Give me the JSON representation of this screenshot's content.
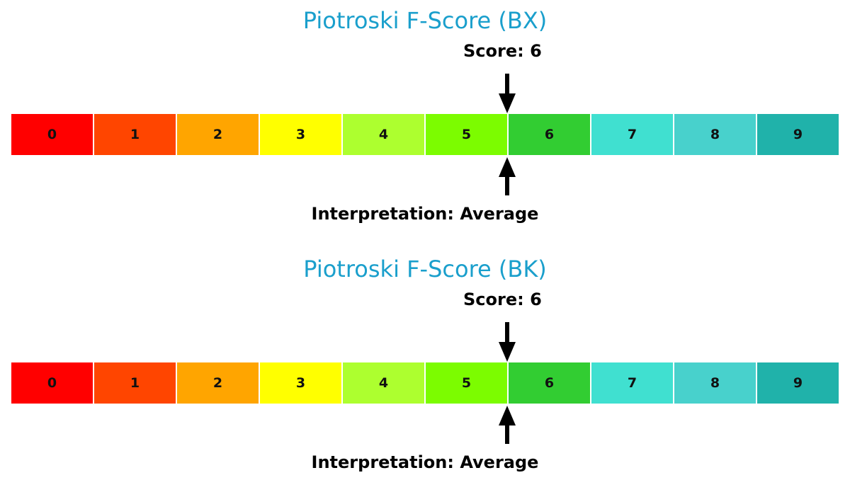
{
  "chart_data": [
    {
      "type": "gauge",
      "title": "Piotroski F-Score (BX)",
      "ticker": "BX",
      "score_label": "Score: 6",
      "score": 6,
      "interpretation_label": "Interpretation: Average",
      "interpretation": "Average",
      "categories": [
        "0",
        "1",
        "2",
        "3",
        "4",
        "5",
        "6",
        "7",
        "8",
        "9"
      ],
      "colors": [
        "#ff0000",
        "#ff4500",
        "#ffa500",
        "#ffff00",
        "#adff2f",
        "#7cfc00",
        "#32cd32",
        "#40e0d0",
        "#48d1cc",
        "#20b2aa"
      ],
      "marker_position": "boundary between 5 and 6",
      "range": [
        0,
        9
      ]
    },
    {
      "type": "gauge",
      "title": "Piotroski F-Score (BK)",
      "ticker": "BK",
      "score_label": "Score: 6",
      "score": 6,
      "interpretation_label": "Interpretation: Average",
      "interpretation": "Average",
      "categories": [
        "0",
        "1",
        "2",
        "3",
        "4",
        "5",
        "6",
        "7",
        "8",
        "9"
      ],
      "colors": [
        "#ff0000",
        "#ff4500",
        "#ffa500",
        "#ffff00",
        "#adff2f",
        "#7cfc00",
        "#32cd32",
        "#40e0d0",
        "#48d1cc",
        "#20b2aa"
      ],
      "marker_position": "boundary between 5 and 6",
      "range": [
        0,
        9
      ]
    }
  ],
  "gauges": [
    {
      "title": "Piotroski F-Score (BX)",
      "score_label": "Score: 6",
      "interpretation_label": "Interpretation: Average",
      "segments": [
        {
          "label": "0",
          "color": "#ff0000"
        },
        {
          "label": "1",
          "color": "#ff4500"
        },
        {
          "label": "2",
          "color": "#ffa500"
        },
        {
          "label": "3",
          "color": "#ffff00"
        },
        {
          "label": "4",
          "color": "#adff2f"
        },
        {
          "label": "5",
          "color": "#7cfc00"
        },
        {
          "label": "6",
          "color": "#32cd32"
        },
        {
          "label": "7",
          "color": "#40e0d0"
        },
        {
          "label": "8",
          "color": "#48d1cc"
        },
        {
          "label": "9",
          "color": "#20b2aa"
        }
      ]
    },
    {
      "title": "Piotroski F-Score (BK)",
      "score_label": "Score: 6",
      "interpretation_label": "Interpretation: Average",
      "segments": [
        {
          "label": "0",
          "color": "#ff0000"
        },
        {
          "label": "1",
          "color": "#ff4500"
        },
        {
          "label": "2",
          "color": "#ffa500"
        },
        {
          "label": "3",
          "color": "#ffff00"
        },
        {
          "label": "4",
          "color": "#adff2f"
        },
        {
          "label": "5",
          "color": "#7cfc00"
        },
        {
          "label": "6",
          "color": "#32cd32"
        },
        {
          "label": "7",
          "color": "#40e0d0"
        },
        {
          "label": "8",
          "color": "#48d1cc"
        },
        {
          "label": "9",
          "color": "#20b2aa"
        }
      ]
    }
  ],
  "colors": {
    "title": "#1a9fcc",
    "text": "#000000",
    "divider": "#ffffff"
  }
}
